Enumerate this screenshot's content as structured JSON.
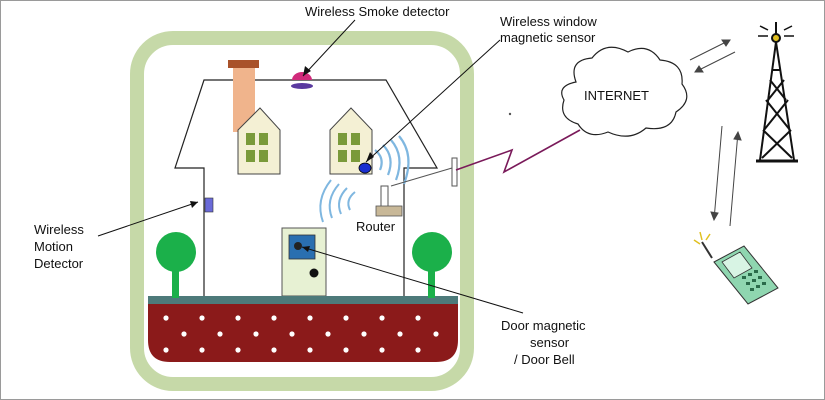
{
  "labels": {
    "smoke_detector": "Wireless  Smoke detector",
    "window_sensor_line1": "Wireless window",
    "window_sensor_line2": "magnetic sensor",
    "internet": "INTERNET",
    "router": "Router",
    "motion_line1": "Wireless",
    "motion_line2": "Motion",
    "motion_line3": "Detector",
    "door_line1": "Door magnetic",
    "door_line2": "sensor",
    "door_line3": "/ Door Bell"
  },
  "icons": [
    "smoke-detector-icon",
    "window-sensor-icon",
    "motion-detector-icon",
    "door-sensor-icon",
    "router-icon",
    "cloud-icon",
    "cell-tower-icon",
    "mobile-phone-icon",
    "tree-icon"
  ],
  "colors": {
    "yard_border": "#c6d9a8",
    "ground_soil": "#8b1a1a",
    "ground_strip": "#4d7a7a",
    "tree": "#1bb04a",
    "chimney": "#f0b48c",
    "window_frame": "#f4f0d4",
    "door": "#e7f1d3",
    "sensor_blue": "#1a2fd0",
    "wave_blue": "#7fb7e0",
    "lightning": "#7a1a5a",
    "phone": "#8fd6b0"
  }
}
